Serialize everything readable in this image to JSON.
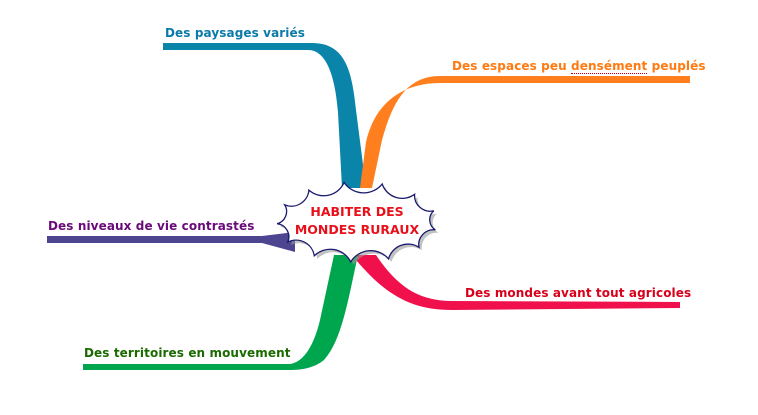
{
  "central_topic": {
    "line1": "HABITER DES",
    "line2": "MONDES RURAUX",
    "color": "#e8101a"
  },
  "branches": [
    {
      "id": "paysages",
      "label": "Des paysages variés",
      "color": "#0a84a8",
      "text_color": "#0a7aa8"
    },
    {
      "id": "espaces",
      "label_part1": "Des espaces peu ",
      "label_part2": "densément",
      "label_part3": " peuplés",
      "color": "#ff7f1e",
      "text_color": "#ff7a10"
    },
    {
      "id": "niveaux",
      "label": "Des niveaux de vie contrastés",
      "color": "#4e4590",
      "text_color": "#6a0a7a"
    },
    {
      "id": "agricoles",
      "label": "Des mondes avant tout agricoles",
      "color": "#f0104c",
      "text_color": "#d8001a"
    },
    {
      "id": "territoires",
      "label": "Des territoires en mouvement",
      "color": "#00a64e",
      "text_color": "#1a6a00"
    }
  ]
}
